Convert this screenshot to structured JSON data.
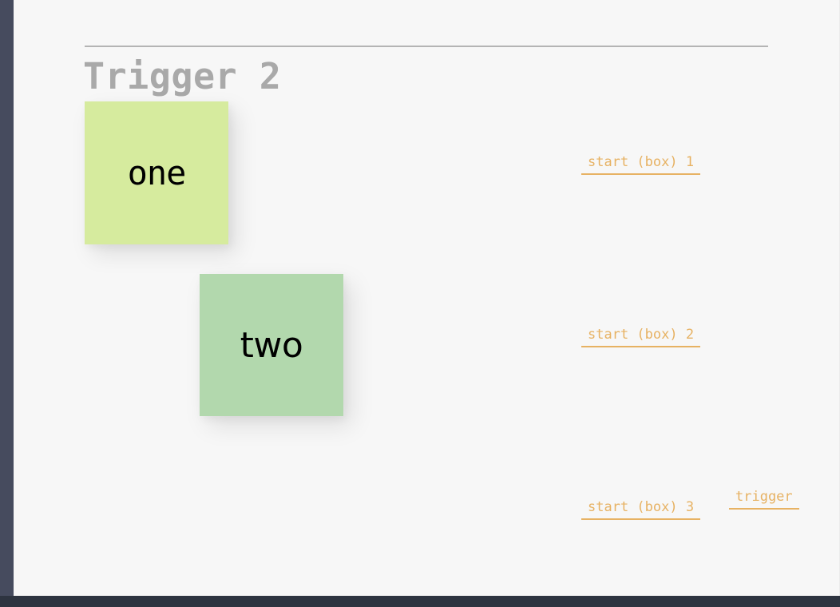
{
  "window": {
    "background_color": "#f7f7f7",
    "rail_color": "#464b5e",
    "bottom_bar_color": "#2e3440"
  },
  "header": {
    "title": "Trigger 2",
    "title_color": "#a9a9a9",
    "rule_color": "#b4b4b4"
  },
  "boxes": [
    {
      "id": "box-one",
      "label": "one",
      "color": "#d6eb9e"
    },
    {
      "id": "box-two",
      "label": "two",
      "color": "#b2d8ad"
    }
  ],
  "markers": {
    "accent_color": "#e7b263",
    "items": [
      {
        "label": "start (box) 1"
      },
      {
        "label": "start (box) 2"
      },
      {
        "label": "start (box) 3"
      },
      {
        "label": "trigger"
      }
    ]
  }
}
